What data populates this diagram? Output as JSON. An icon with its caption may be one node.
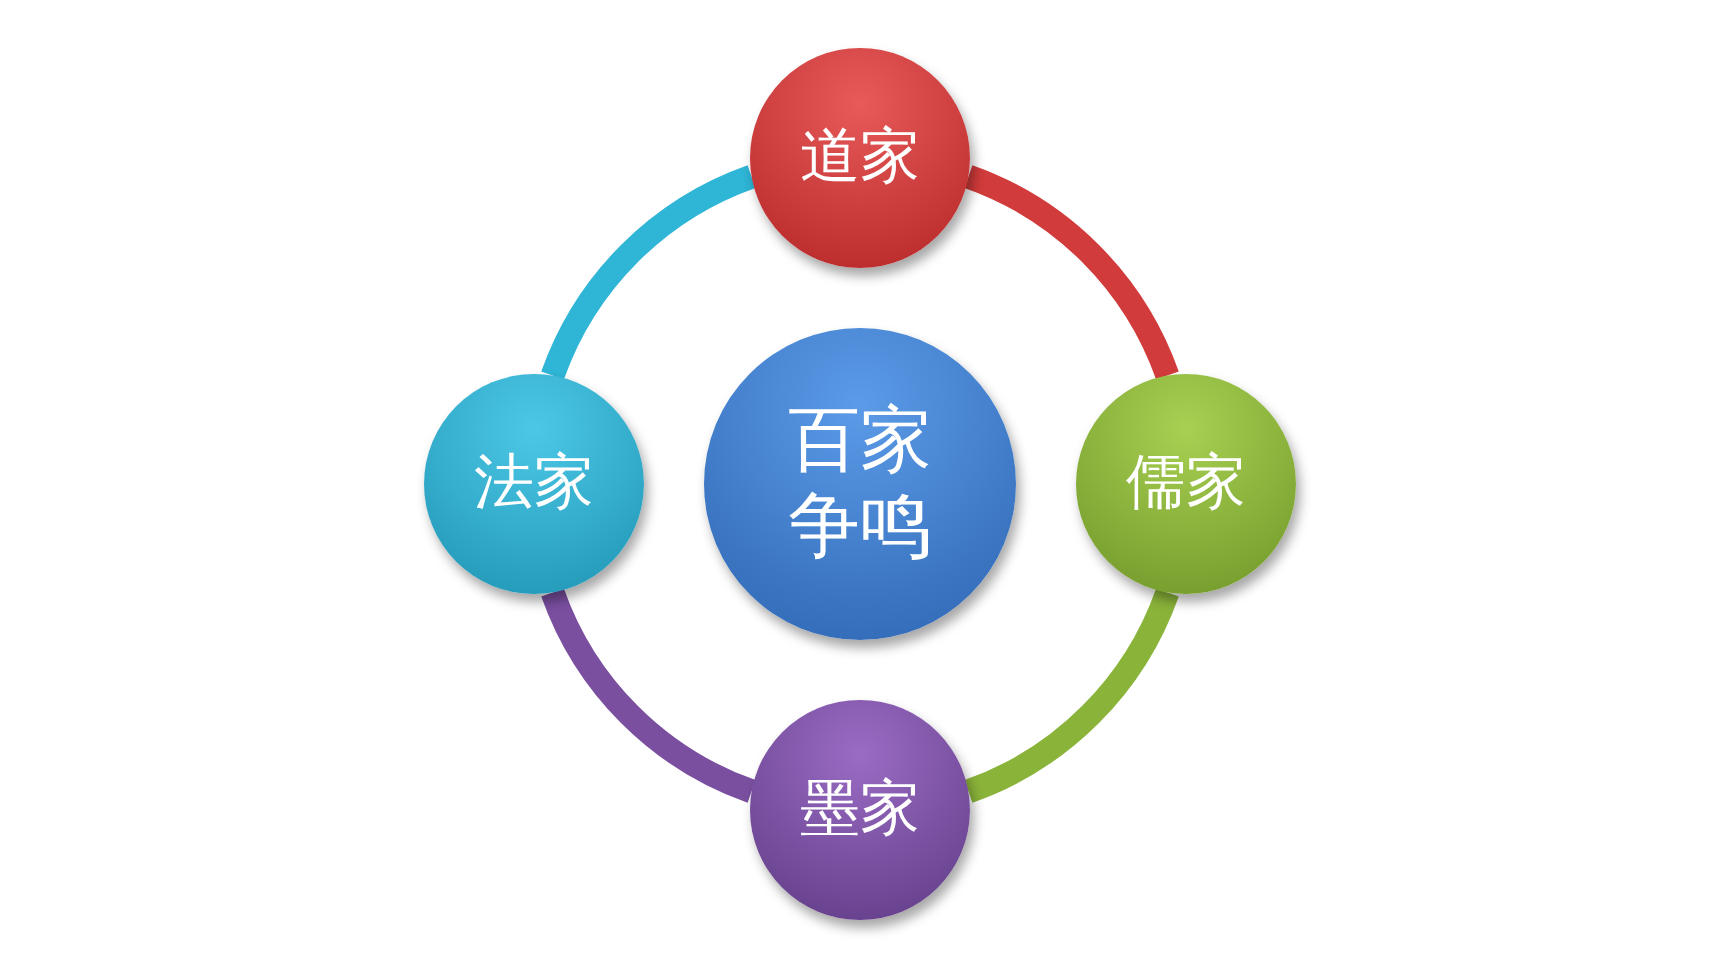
{
  "diagram": {
    "nodes": [
      {
        "text": [
          "百家争鸣"
        ]
      },
      {
        "text": [
          "道家"
        ]
      },
      {
        "text": [
          "儒家"
        ]
      },
      {
        "text": [
          "墨家"
        ]
      },
      {
        "text": [
          "法家"
        ]
      }
    ],
    "edges": [
      {
        "from": 1,
        "to": 2,
        "arrow": "none",
        "color": "#d13b3b"
      },
      {
        "from": 2,
        "to": 3,
        "arrow": "none",
        "color": "#8ab33a"
      },
      {
        "from": 3,
        "to": 4,
        "arrow": "none",
        "color": "#7a4fa0"
      },
      {
        "from": 4,
        "to": 1,
        "arrow": "none",
        "color": "#2fb5d6"
      }
    ]
  }
}
